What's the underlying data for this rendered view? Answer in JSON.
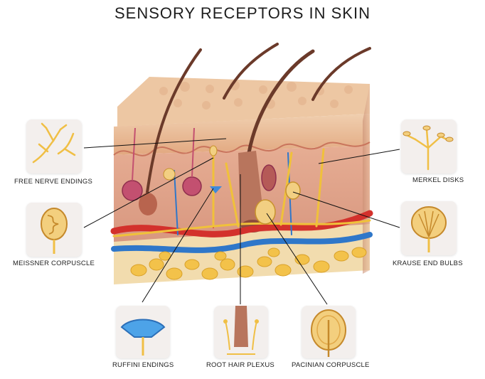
{
  "title": "SENSORY RECEPTORS IN SKIN",
  "receptors": {
    "free_nerve_endings": "FREE NERVE ENDINGS",
    "meissner_corpuscle": "MEISSNER CORPUSCLE",
    "ruffini_endings": "RUFFINI ENDINGS",
    "root_hair_plexus": "ROOT HAIR PLEXUS",
    "pacinian_corpuscle": "PACINIAN CORPUSCLE",
    "krause_end_bulbs": "KRAUSE END BULBS",
    "merkel_disks": "MERKEL DISKS"
  },
  "colors": {
    "epidermis": "#e7b58f",
    "dermis": "#d99a86",
    "fat": "#f3c24a",
    "artery": "#d3312c",
    "vein": "#2f77c9",
    "nerve": "#f0c13a",
    "hair": "#6b3a2a"
  }
}
